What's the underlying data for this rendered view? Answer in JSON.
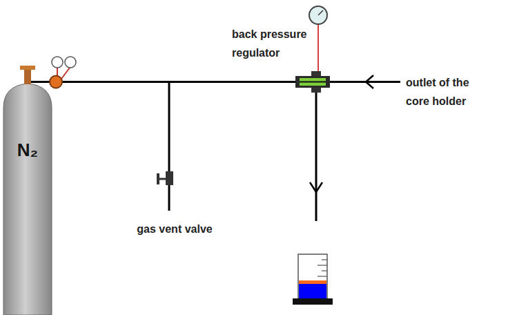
{
  "diagram": {
    "nodes": [
      {
        "text": [
          "N₂"
        ]
      },
      {
        "text": [
          "back pressure regulator"
        ]
      }
    ],
    "edges": [
      {
        "from": 0,
        "to": 1,
        "arrow": "none"
      }
    ],
    "labels": [
      "gas vent valve",
      "outlet of the core holder"
    ]
  }
}
